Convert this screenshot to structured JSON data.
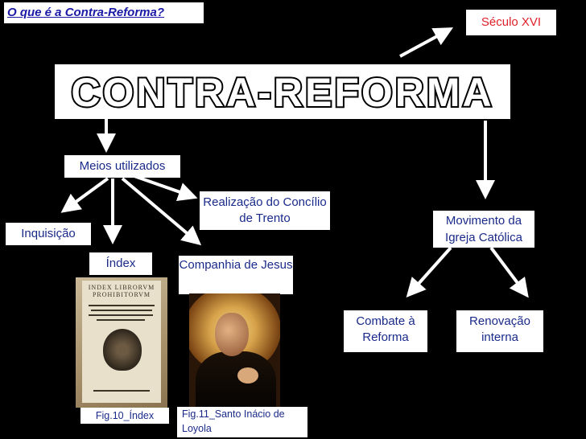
{
  "title_link": "O que é a Contra-Reforma?",
  "seculo": "Século XVI",
  "main_title": "CONTRA-REFORMA",
  "nodes": {
    "meios": "Meios utilizados",
    "concilio": "Realização do Concílio de Trento",
    "inquisicao": "Inquisição",
    "index": "Índex",
    "companhia": "Companhia de Jesus",
    "movimento": "Movimento da Igreja Católica",
    "combate": "Combate à Reforma",
    "renovacao": "Renovação interna"
  },
  "images": {
    "index_book_title": "INDEX LIBRORVM PROHIBITORVM"
  },
  "captions": {
    "fig10": "Fig.10_Índex",
    "fig11": "Fig.11_Santo Inácio de Loyola"
  },
  "colors": {
    "background": "#000000",
    "box_text": "#1a2a8a",
    "seculo_text": "#e0202a",
    "arrow": "#ffffff"
  }
}
